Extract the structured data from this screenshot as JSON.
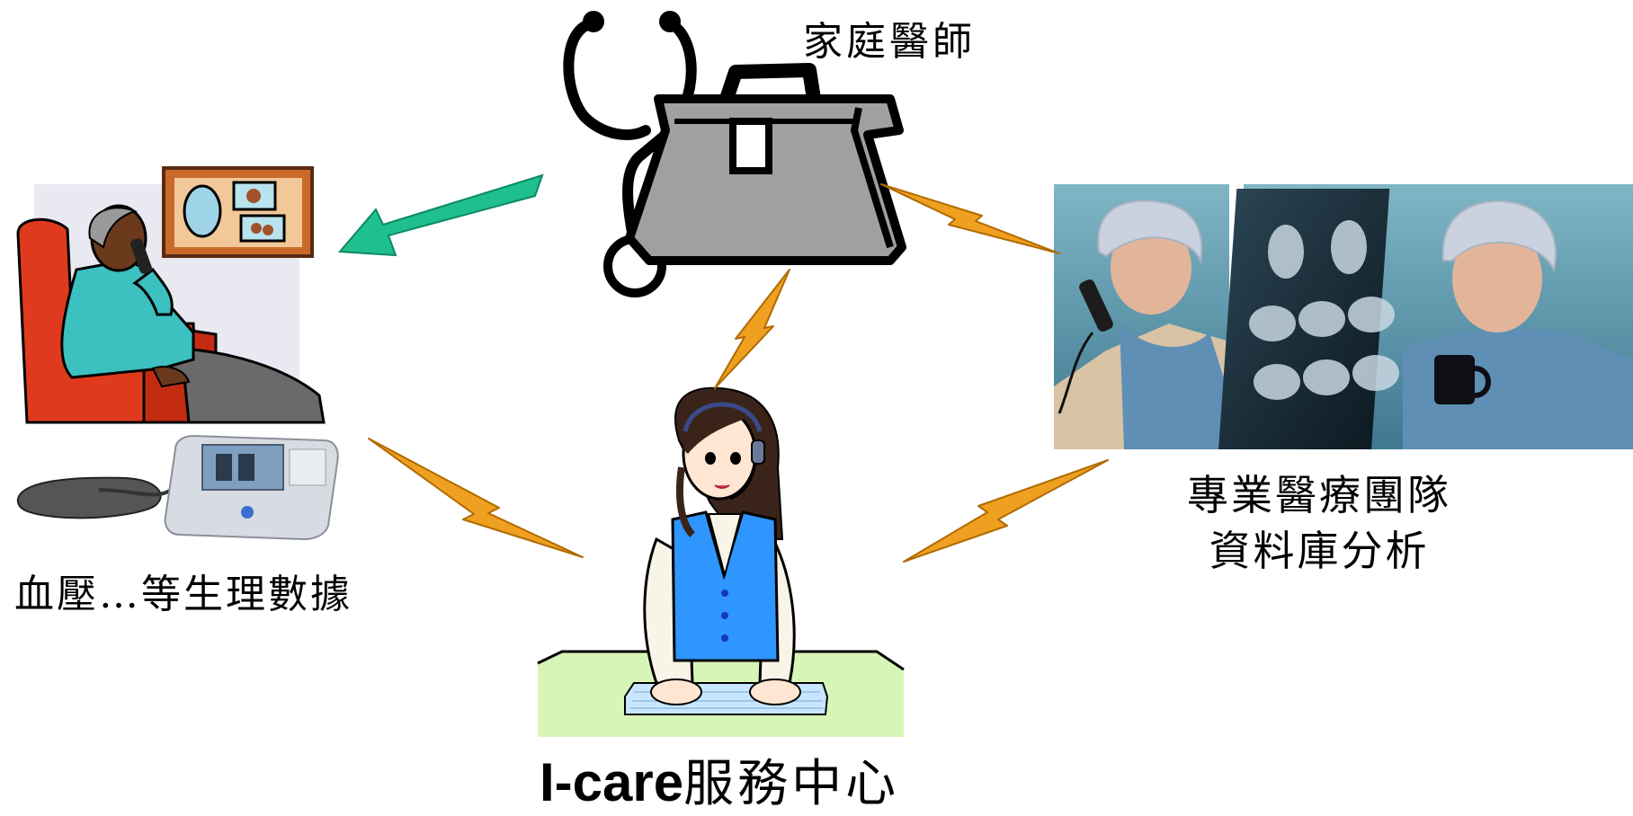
{
  "nodes": {
    "family_doctor": {
      "label": "家庭醫師"
    },
    "patient_vitals": {
      "label": "血壓…等生理數據"
    },
    "medical_team": {
      "label_line1": "專業醫療團隊",
      "label_line2": "資料庫分析"
    },
    "service_center": {
      "label_prefix": "I-care",
      "label_suffix": "服務中心"
    }
  },
  "icons": {
    "doctor": "stethoscope-medical-bag-icon",
    "patient": "elderly-man-on-phone-icon",
    "device": "blood-pressure-monitor-icon",
    "team": "medical-team-photo",
    "operator": "call-center-operator-icon"
  },
  "colors": {
    "arrow": "#1fbf8f",
    "lightning": "#f0a020",
    "lightning_edge": "#b06a00",
    "bag": "#a0a0a0",
    "chair": "#e03a1e",
    "sweater": "#3cc0c0",
    "desk": "#d8f5b8",
    "vest": "#2f95ff"
  }
}
